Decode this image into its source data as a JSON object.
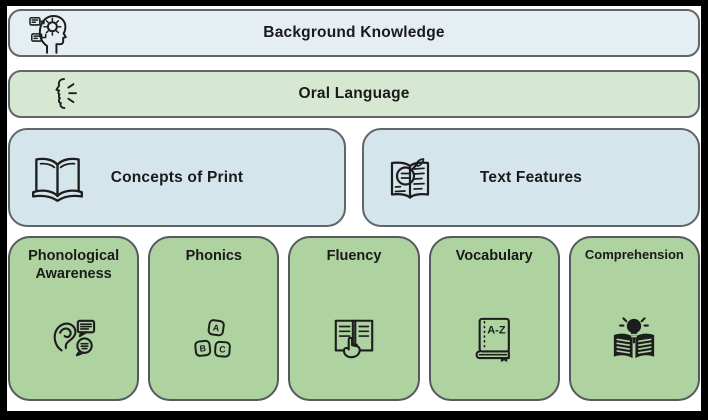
{
  "colors": {
    "frame": "#000000",
    "canvas": "#ffffff",
    "blue_bar": "#e4eef3",
    "blue_box": "#d5e5ec",
    "green_bar": "#d6e8d1",
    "green_card": "#aed2a0",
    "box_border": "#60656a",
    "text": "#1a1a1a"
  },
  "layers": {
    "background_knowledge": {
      "label": "Background Knowledge",
      "icon": "head-gear-icon"
    },
    "oral_language": {
      "label": "Oral Language",
      "icon": "speaking-face-icon"
    },
    "print_row": [
      {
        "label": "Concepts of Print",
        "icon": "open-book-icon"
      },
      {
        "label": "Text Features",
        "icon": "book-magnifier-icon"
      }
    ],
    "pillars": [
      {
        "label": "Phonological Awareness",
        "icon": "ear-speech-icon"
      },
      {
        "label": "Phonics",
        "icon": "abc-blocks-icon"
      },
      {
        "label": "Fluency",
        "icon": "book-hand-icon"
      },
      {
        "label": "Vocabulary",
        "icon": "dictionary-az-icon"
      },
      {
        "label": "Comprehension",
        "icon": "book-lightbulb-icon"
      }
    ]
  }
}
